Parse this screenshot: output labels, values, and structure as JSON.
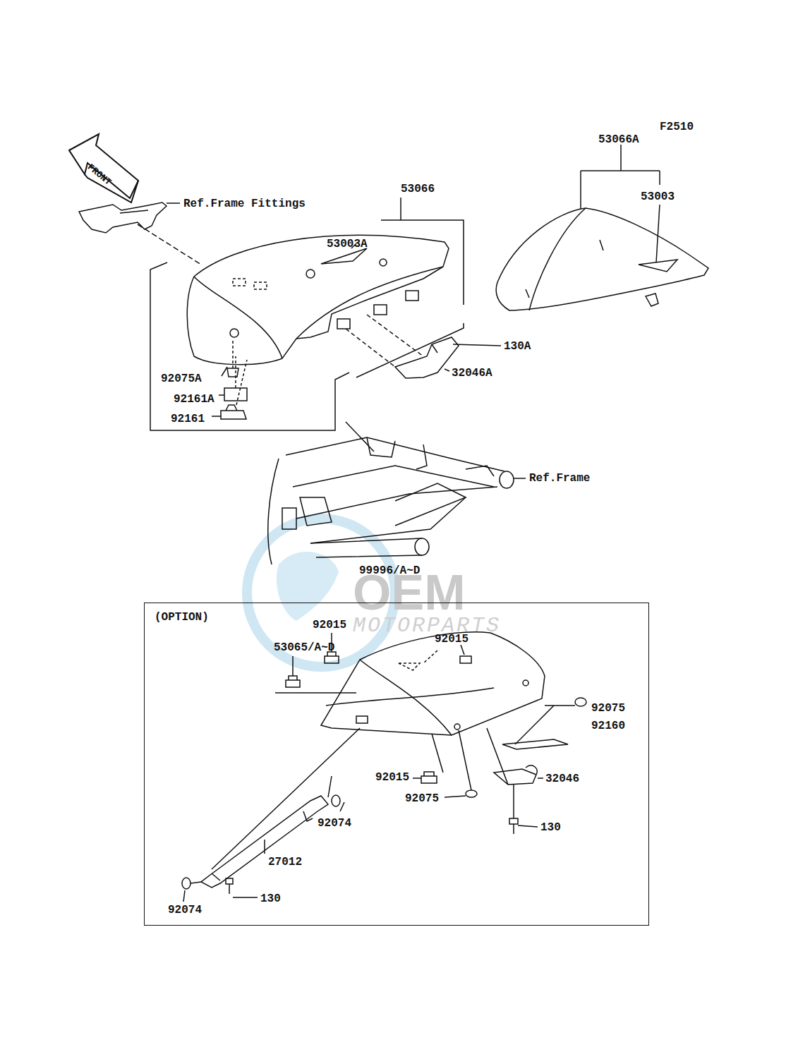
{
  "diagram": {
    "nodes": [
      {
        "text": [
          "(OPTION)"
        ]
      }
    ],
    "labels": [
      "F2510",
      "FRONT",
      "Ref.Frame Fittings",
      "53066",
      "53066A",
      "53003",
      "53003A",
      "130A",
      "32046A",
      "92075A",
      "92161A",
      "92161",
      "Ref.Frame",
      "99996/A~D",
      "92015",
      "53065/A~D",
      "92015",
      "92075",
      "92160",
      "92015",
      "32046",
      "92075",
      "130",
      "92074",
      "27012",
      "130",
      "92074",
      "OEM",
      "MOTORPARTS"
    ]
  }
}
